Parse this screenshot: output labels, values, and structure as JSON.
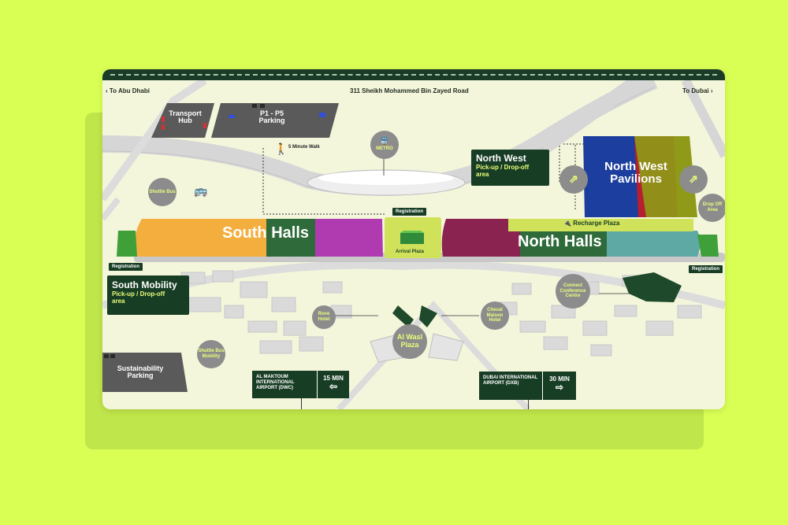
{
  "header": {
    "left_link": "To Abu Dhabi",
    "road": "311 Sheikh Mohammed Bin Zayed Road",
    "right_link": "To Dubai"
  },
  "areas": {
    "transport_hub": "Transport Hub",
    "parking": "P1 - P5 Parking",
    "sustainability_parking": "Sustainability Parking",
    "walk": "5 Minute Walk",
    "metro": "METRO"
  },
  "dropoff": {
    "north_west_title": "North West",
    "north_west_sub": "Pick-up / Drop-off area",
    "south_title": "South Mobility",
    "south_sub": "Pick-up / Drop-off area"
  },
  "halls": {
    "south": "South Halls",
    "north": "North Halls",
    "pavilions": "North West Pavilions",
    "recharge": "Recharge Plaza",
    "arrival": "Arrival Plaza",
    "al_wasl": "Al Wasl Plaza"
  },
  "tags": {
    "registration": "Registration"
  },
  "pois": {
    "shuttle_bus": "Shuttle Bus",
    "drop_off_area": "Drop Off Area",
    "rove_hotel": "Rove Hotel",
    "cheval": "Cheval Maison Hotel",
    "connect": "Connect Conference Centre",
    "shuttle_bus_mobility": "Shuttle Bus Mobility"
  },
  "airports": {
    "dwc_name": "AL MAKTOUM INTERNATIONAL AIRPORT (DWC)",
    "dwc_time": "15 MIN",
    "dxb_name": "DUBAI INTERNATIONAL AIRPORT (DXB)",
    "dxb_time": "30 MIN"
  },
  "colors": {
    "background": "#d9ff55",
    "map_bg": "#f4f6dc",
    "dark_green": "#183d25",
    "south_orange": "#f4ae3d",
    "hall_green": "#2f6b3a",
    "hall_purple": "#b03ab0",
    "arrival_lime": "#cfe25a",
    "north_maroon": "#8a2350",
    "north_teal": "#5fa9a5",
    "pav_blue": "#1c3e9e",
    "pav_red": "#b51f2f",
    "pav_olive": "#8e9a18",
    "accent_lime": "#e9ff7a"
  }
}
